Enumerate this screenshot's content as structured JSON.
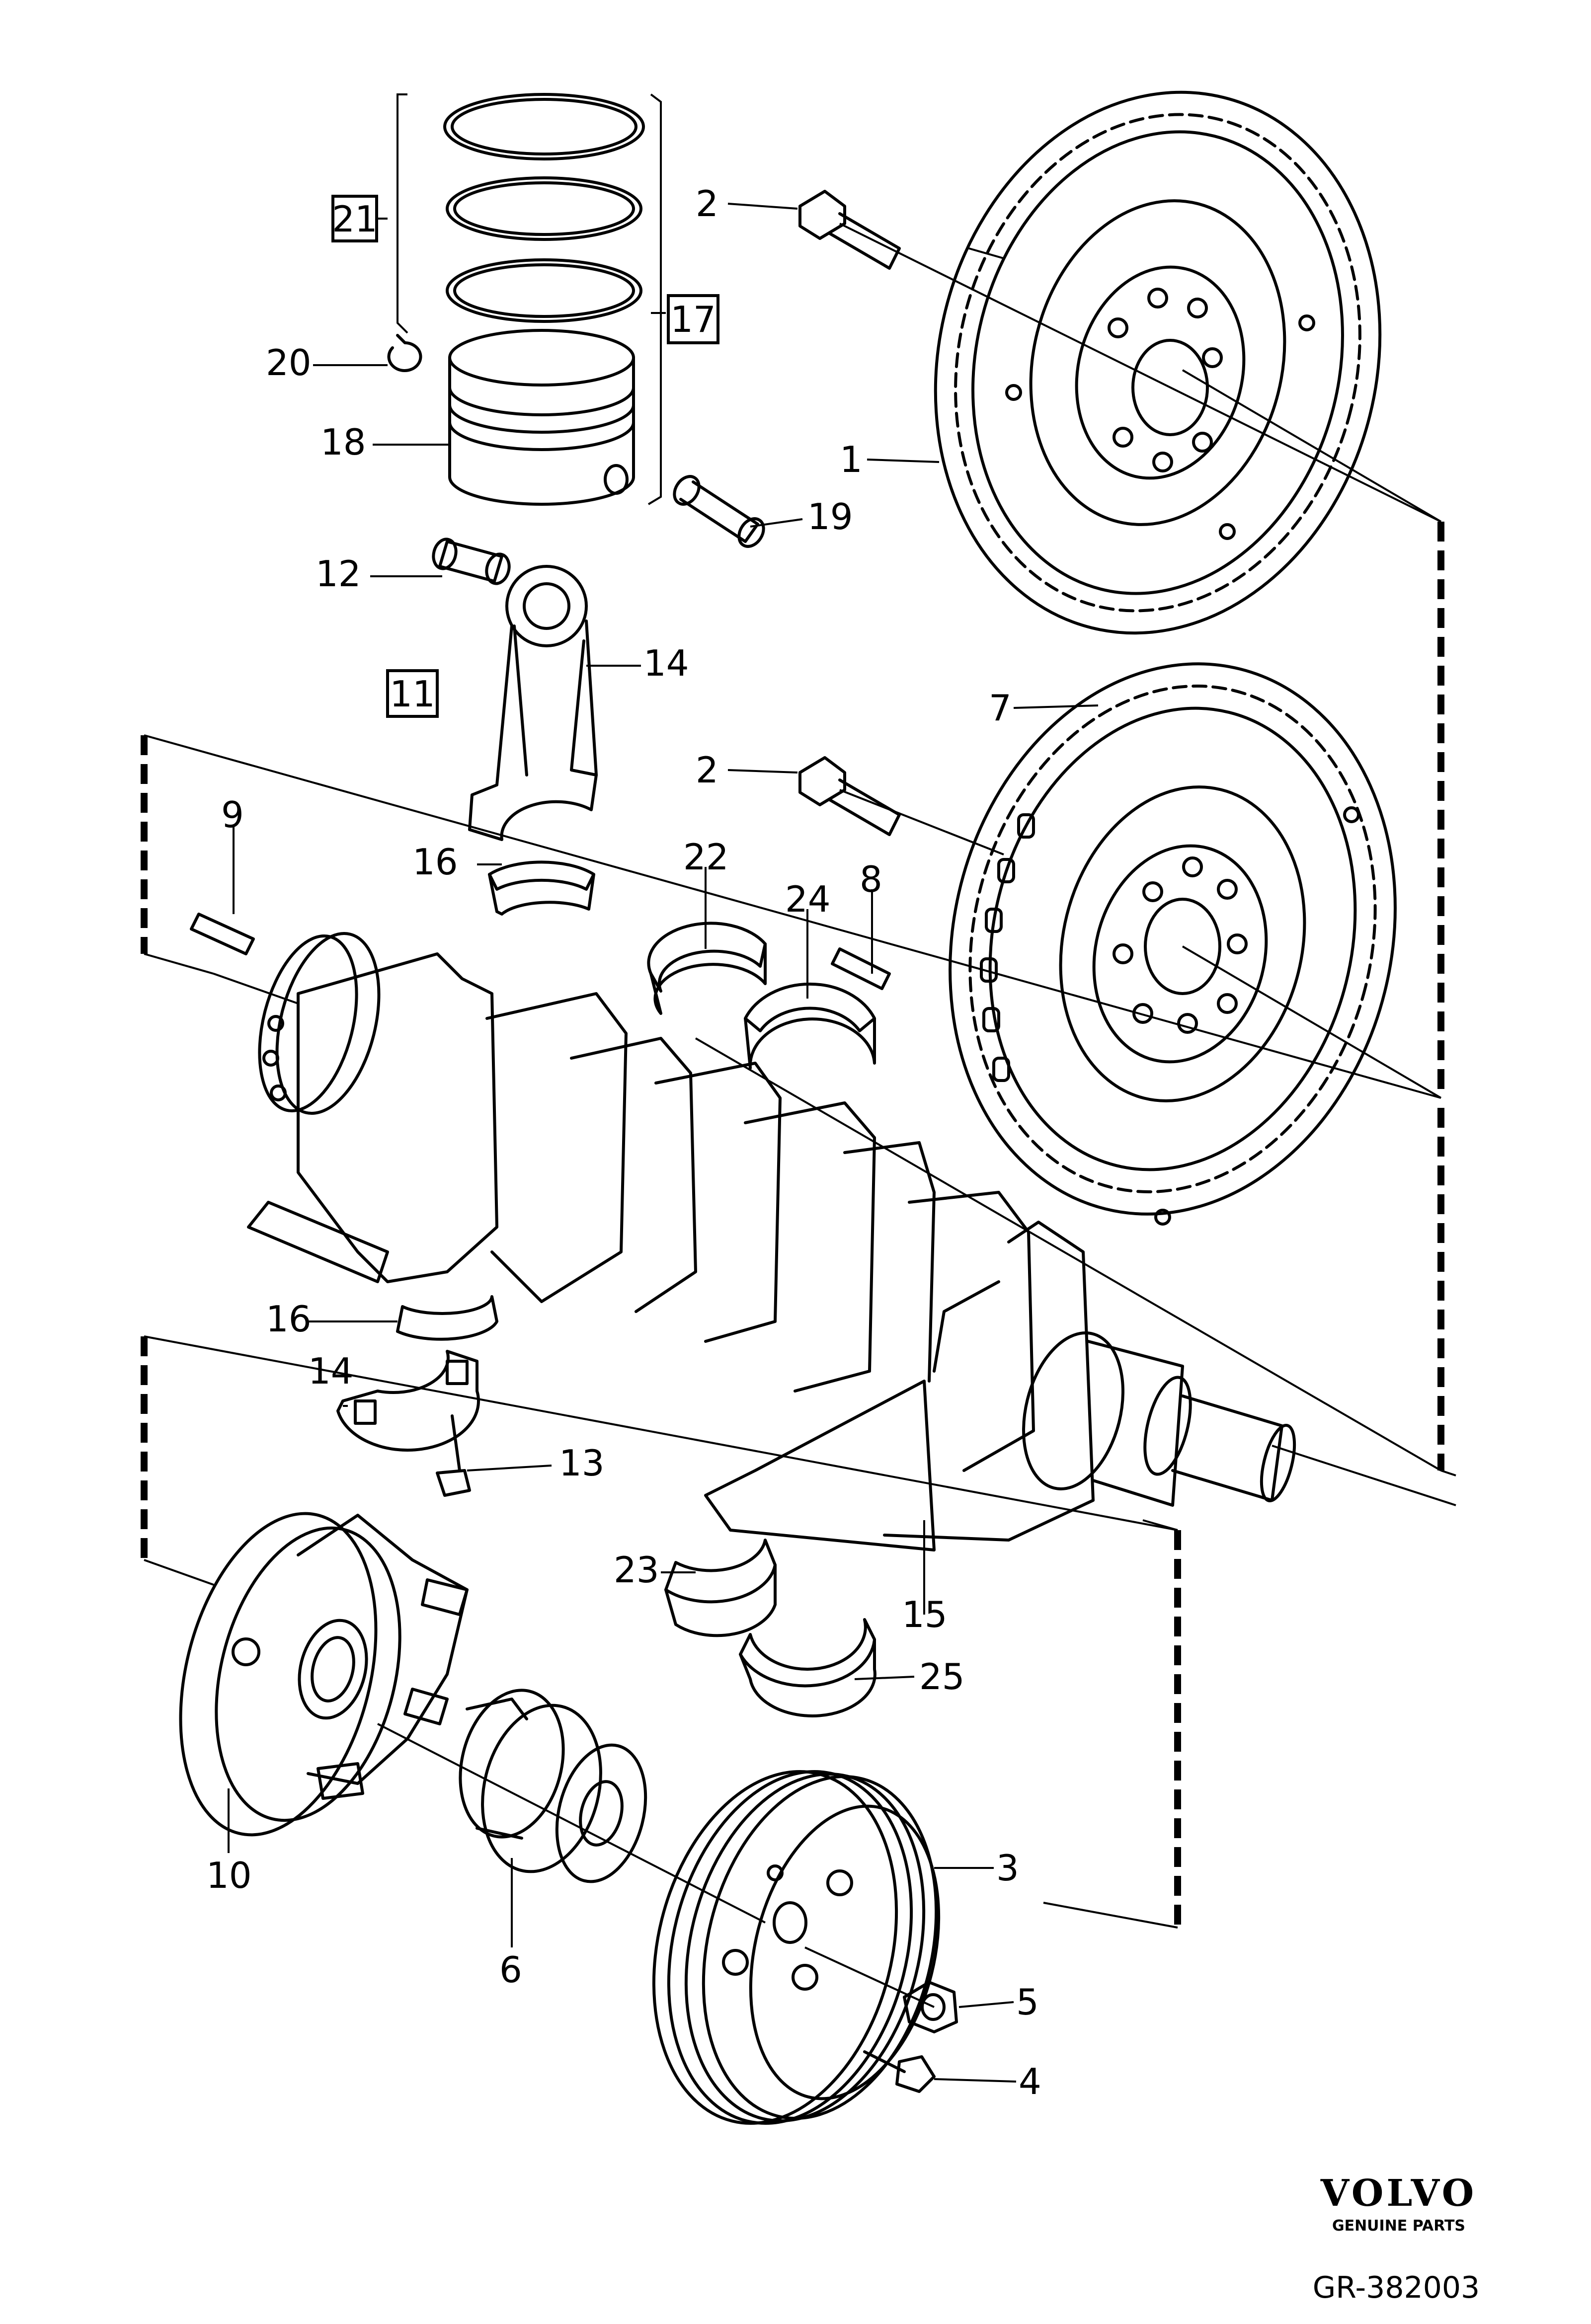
{
  "callouts": {
    "c1": "1",
    "c2a": "2",
    "c2b": "2",
    "c3": "3",
    "c4": "4",
    "c5": "5",
    "c6": "6",
    "c7": "7",
    "c8": "8",
    "c9": "9",
    "c10": "10",
    "c11": "11",
    "c12": "12",
    "c13": "13",
    "c14a": "14",
    "c14b": "14",
    "c15": "15",
    "c16a": "16",
    "c16b": "16",
    "c17": "17",
    "c18": "18",
    "c19": "19",
    "c20": "20",
    "c21": "21",
    "c22": "22",
    "c23": "23",
    "c24": "24",
    "c25": "25"
  },
  "brand": {
    "name": "VOLVO",
    "tagline": "GENUINE PARTS"
  },
  "drawing_code": "GR-382003"
}
